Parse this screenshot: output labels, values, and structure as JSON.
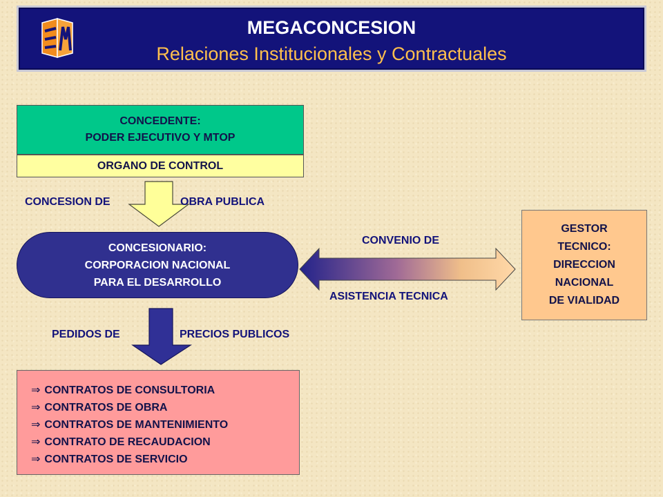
{
  "header": {
    "title": "MEGACONCESION",
    "subtitle": "Relaciones Institucionales y Contractuales",
    "logo_text": "EM"
  },
  "concedente": {
    "line1": "CONCEDENTE:",
    "line2": "PODER EJECUTIVO Y MTOP",
    "control": "ORGANO DE CONTROL"
  },
  "flow1": {
    "left": "CONCESION DE",
    "right": "OBRA PUBLICA"
  },
  "concesionario": {
    "line1": "CONCESIONARIO:",
    "line2": "CORPORACION NACIONAL",
    "line3": "PARA EL DESARROLLO"
  },
  "convenio": {
    "top": "CONVENIO DE",
    "bottom": "ASISTENCIA TECNICA"
  },
  "gestor": {
    "line1": "GESTOR",
    "line2": "TECNICO:",
    "line3": "DIRECCION",
    "line4": "NACIONAL",
    "line5": "DE VIALIDAD"
  },
  "flow2": {
    "left": "PEDIDOS DE",
    "right": "PRECIOS PUBLICOS"
  },
  "contratos": {
    "bullet": "⇒",
    "items": [
      "CONTRATOS DE CONSULTORIA",
      "CONTRATOS DE OBRA",
      "CONTRATOS DE MANTENIMIENTO",
      "CONTRATO DE RECAUDACION",
      "CONTRATOS DE SERVICIO"
    ]
  },
  "colors": {
    "header_bg": "#13137a",
    "subtitle": "#ffc04d",
    "concedente_bg": "#00c88a",
    "control_bg": "#ffffa0",
    "concesionario_bg": "#30308f",
    "gestor_bg": "#ffc88e",
    "contratos_bg": "#ff9b9b",
    "arrow_yellow": "#ffff99",
    "arrow_blue": "#303096"
  }
}
